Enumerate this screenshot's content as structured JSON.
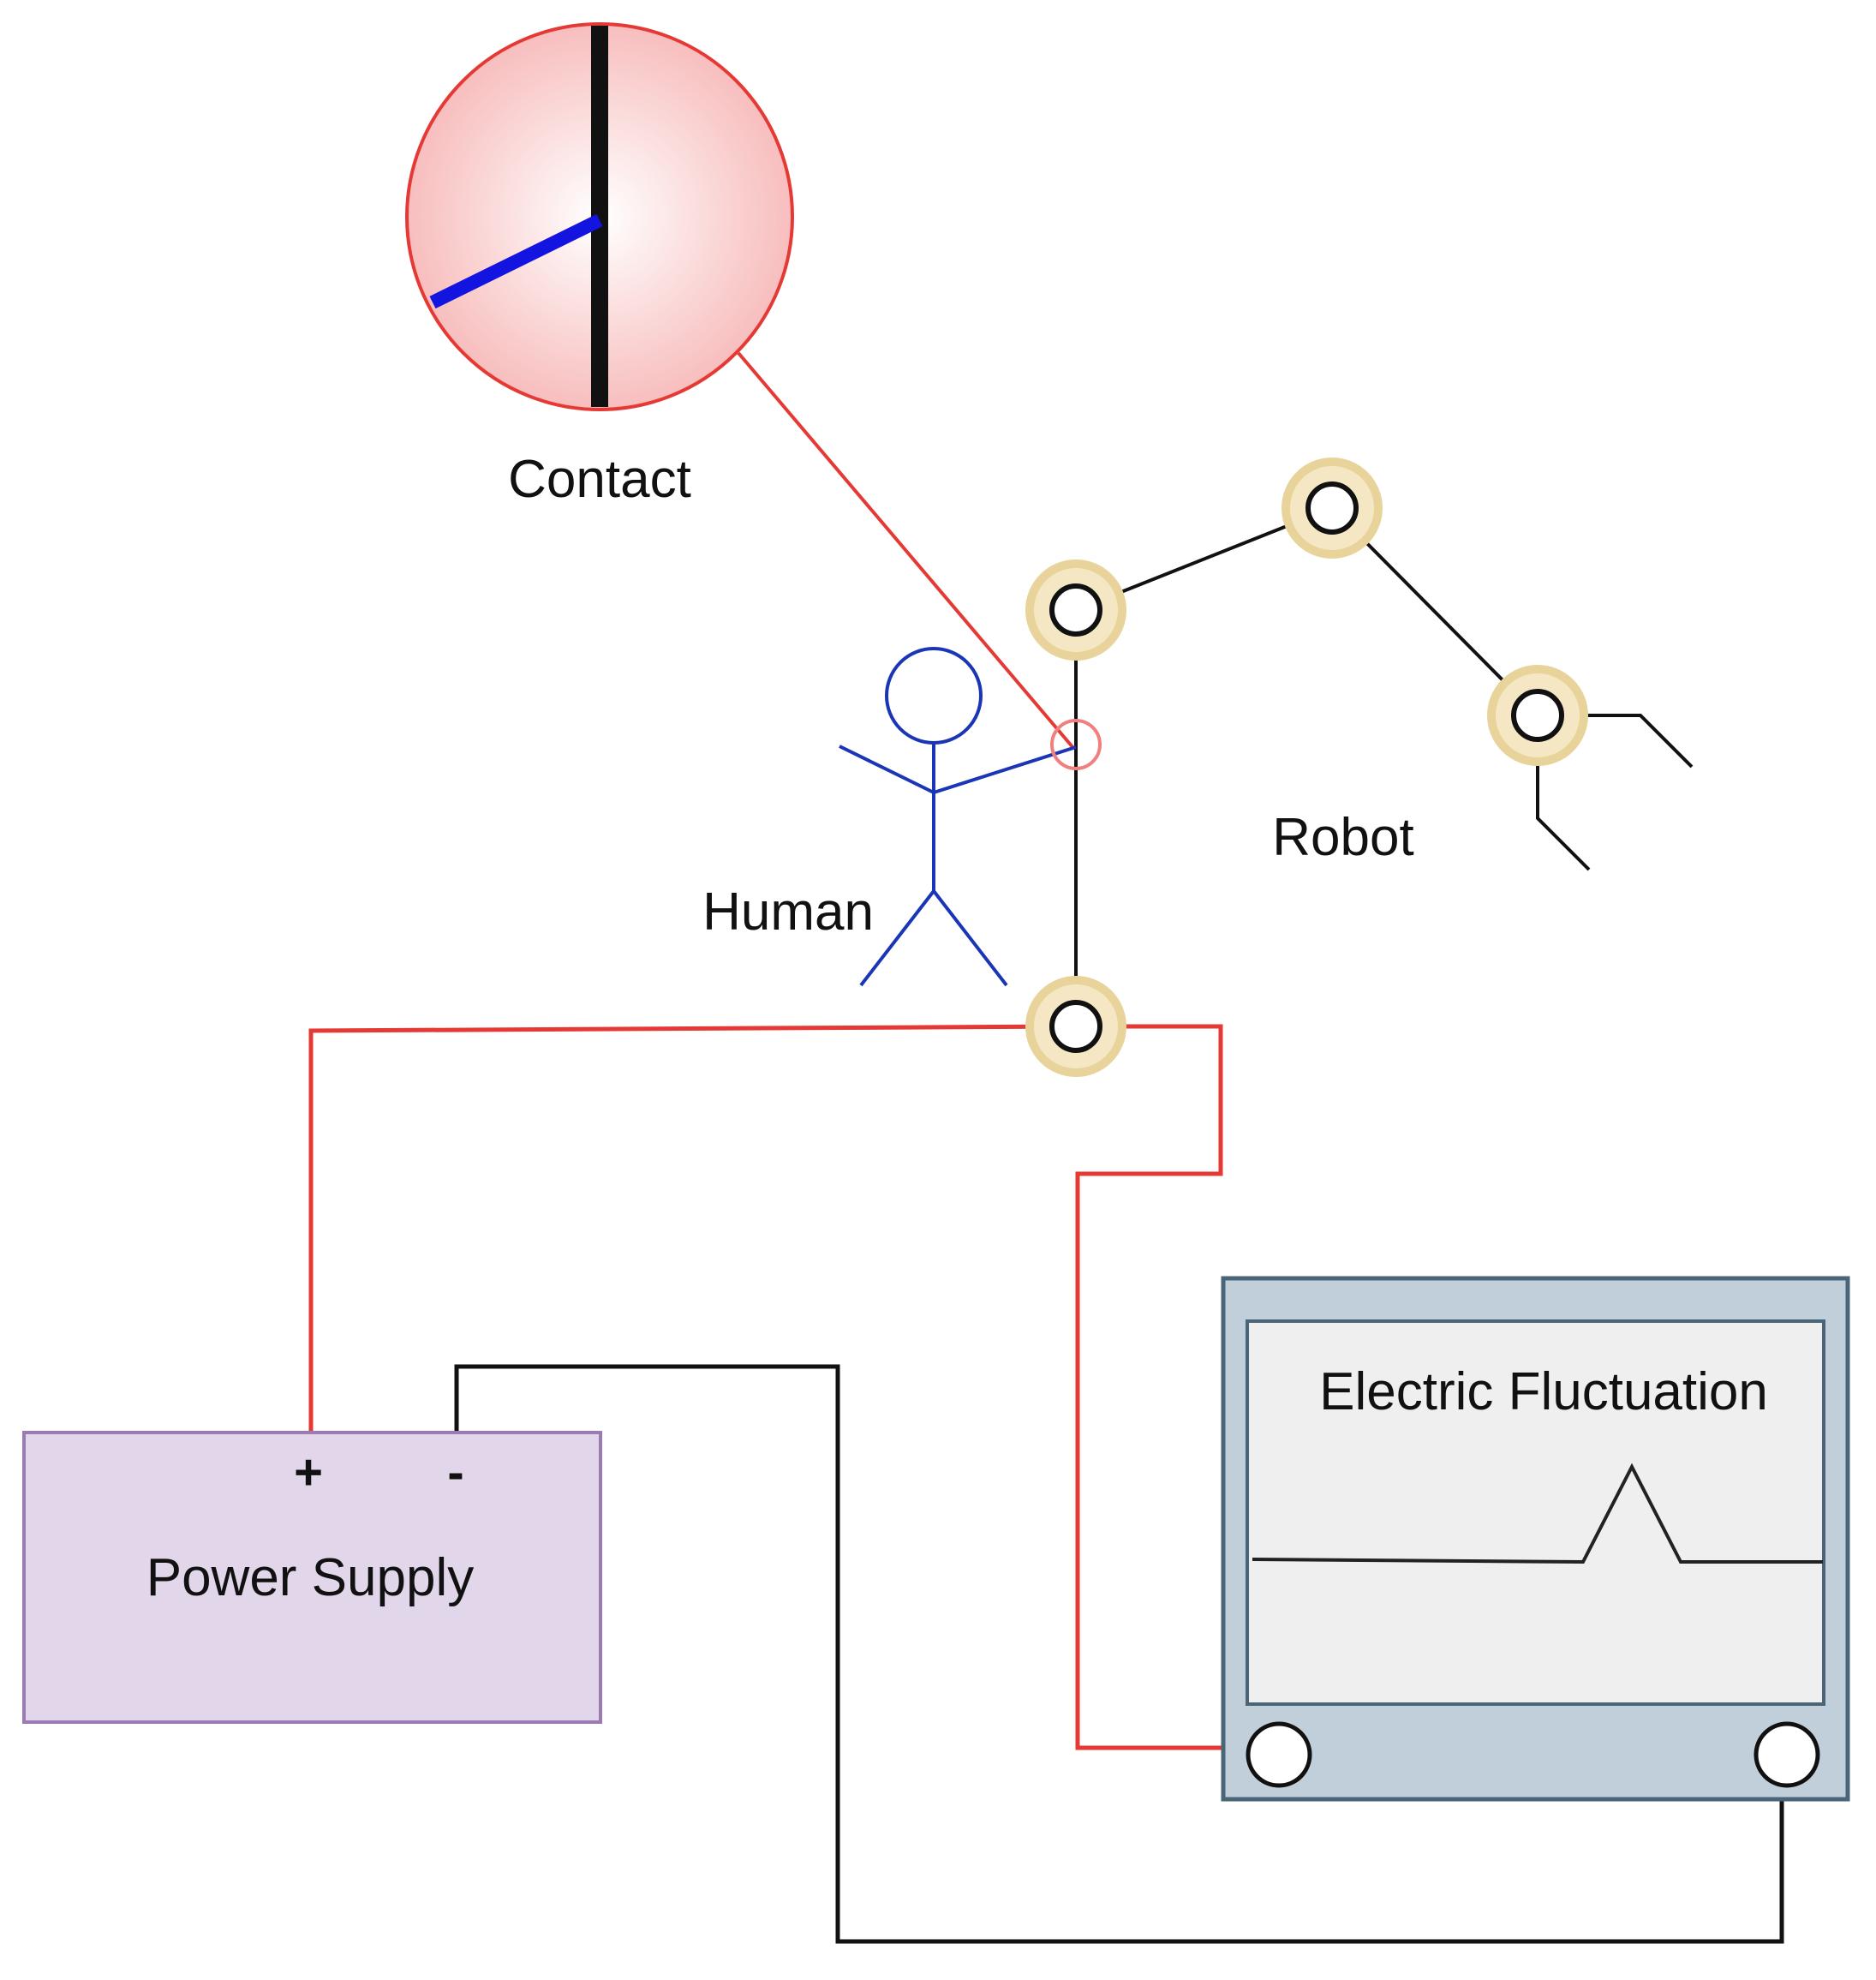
{
  "labels": {
    "contact": "Contact",
    "robot": "Robot",
    "human": "Human",
    "power_supply": "Power Supply",
    "plus_terminal": "+",
    "minus_terminal": "-",
    "display": "Electric Fluctuation"
  },
  "colors": {
    "red_wire": "#e53935",
    "black_wire": "#111111",
    "human": "#1a35b5",
    "joint_fill": "#f6e7c4",
    "joint_ring": "#e8d49a",
    "power_fill": "#e2d6ea",
    "power_border": "#9a7bb3",
    "monitor_frame": "#c1cfdb",
    "monitor_border": "#4a6478",
    "screen_fill": "#efefef",
    "contact_circle_edge": "#e53935",
    "contact_blue": "#1414e0"
  },
  "icons": {
    "robot_joint": "joint-ring-icon",
    "human": "stick-figure-icon",
    "contact_magnifier": "magnifier-circle-icon",
    "gripper": "gripper-icon"
  }
}
